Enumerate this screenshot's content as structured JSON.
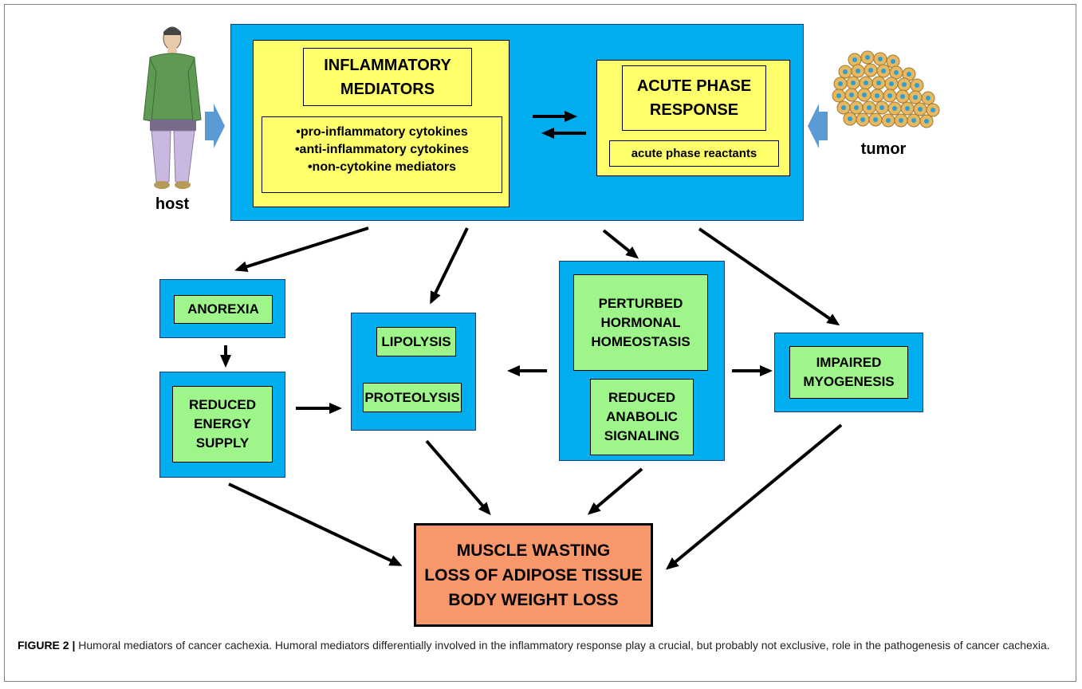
{
  "host": {
    "label": "host"
  },
  "tumor": {
    "label": "tumor"
  },
  "inflammatory": {
    "title_line1": "INFLAMMATORY",
    "title_line2": "MEDIATORS",
    "items": [
      "•pro-inflammatory  cytokines",
      "•anti-inflammatory  cytokines",
      "•non-cytokine  mediators"
    ]
  },
  "acute": {
    "title_line1": "ACUTE PHASE",
    "title_line2": "RESPONSE",
    "sub": "acute phase reactants"
  },
  "boxes": {
    "anorexia": "ANOREXIA",
    "reduced_energy": [
      "REDUCED",
      "ENERGY",
      "SUPPLY"
    ],
    "lipolysis": "LIPOLYSIS",
    "proteolysis": "PROTEOLYSIS",
    "perturbed": [
      "PERTURBED",
      "HORMONAL",
      "HOMEOSTASIS"
    ],
    "reduced_anabolic": [
      "REDUCED",
      "ANABOLIC",
      "SIGNALING"
    ],
    "impaired": [
      "IMPAIRED",
      "MYOGENESIS"
    ]
  },
  "outcome": [
    "MUSCLE WASTING",
    "LOSS OF ADIPOSE TISSUE",
    "BODY WEIGHT LOSS"
  ],
  "caption": {
    "label": "FIGURE 2 |",
    "text": " Humoral mediators of cancer cachexia. Humoral mediators differentially involved in the inflammatory response play a crucial, but probably not exclusive, role in the pathogenesis of cancer cachexia."
  },
  "colors": {
    "blue": "#00aeef",
    "yellow": "#ffff6b",
    "green": "#9ef58a",
    "orange": "#f8976a"
  }
}
